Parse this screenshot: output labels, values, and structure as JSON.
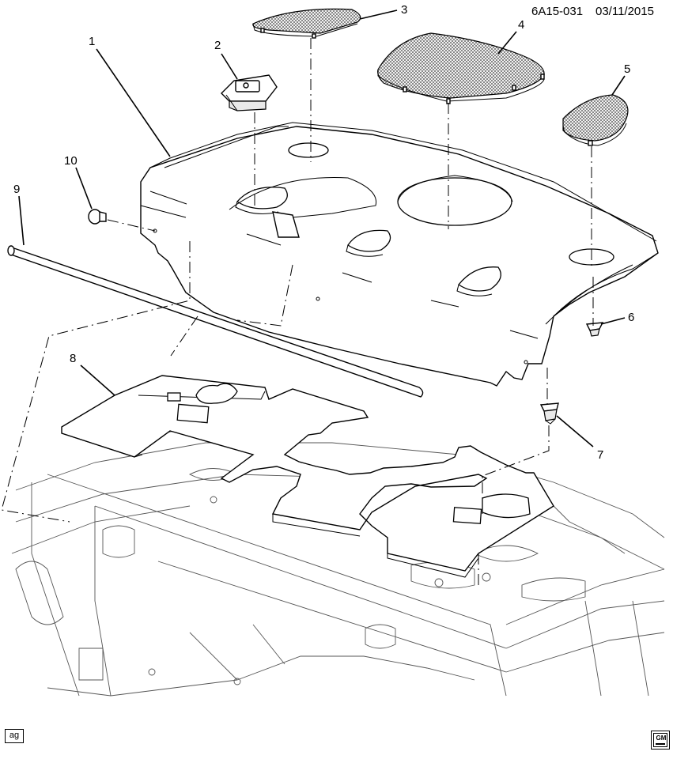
{
  "header": {
    "ref": "6A15-031",
    "date": "03/11/2015"
  },
  "callouts": [
    {
      "id": "callout-1",
      "num": "1"
    },
    {
      "id": "callout-2",
      "num": "2"
    },
    {
      "id": "callout-3",
      "num": "3"
    },
    {
      "id": "callout-4",
      "num": "4"
    },
    {
      "id": "callout-5",
      "num": "5"
    },
    {
      "id": "callout-6",
      "num": "6"
    },
    {
      "id": "callout-7",
      "num": "7"
    },
    {
      "id": "callout-8",
      "num": "8"
    },
    {
      "id": "callout-9",
      "num": "9"
    },
    {
      "id": "callout-10",
      "num": "10"
    }
  ],
  "footer": {
    "code": "ag",
    "logo": "GM",
    "logo_icon": "gm-logo-icon"
  }
}
